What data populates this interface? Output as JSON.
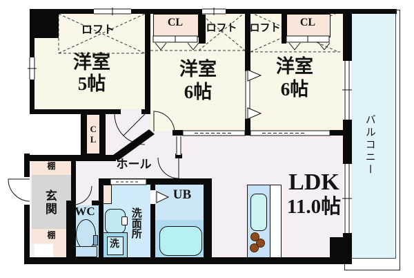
{
  "title": "apartment-floor-plan",
  "rooms": {
    "room1": {
      "label": "洋室",
      "size": "5帖",
      "loft": "ロフト"
    },
    "room2": {
      "label": "洋室",
      "size": "6帖",
      "loft": "ロフト",
      "closet": "CL"
    },
    "room3": {
      "label": "洋室",
      "size": "6帖",
      "loft": "ロフト",
      "closet": "CL"
    },
    "ldk": {
      "label": "LDK",
      "size": "11.0帖"
    },
    "hall": {
      "label": "ホール"
    },
    "balcony": {
      "label": "バルコニー"
    },
    "entrance": {
      "label": "玄関",
      "shelf_top": "棚",
      "shelf_bottom": "棚"
    },
    "toilet": {
      "label": "WC"
    },
    "washroom": {
      "label": "洗面所",
      "washer": "洗"
    },
    "bath": {
      "label": "UB"
    },
    "hall_closet": {
      "label": "CL"
    }
  },
  "colors": {
    "wall": "#0a0a0a",
    "room_floor": "#faf7e9",
    "hall_floor": "#f5eef5",
    "wet_floor": "#cbe7f6",
    "balcony": "#dff3f9",
    "closet": "#f9e6db",
    "entrance_floor": "#d6d6d6",
    "bathtub": "#b6f0f2",
    "kitchen_counter": "#c7e2f7",
    "burner": "#8b4b1f"
  }
}
